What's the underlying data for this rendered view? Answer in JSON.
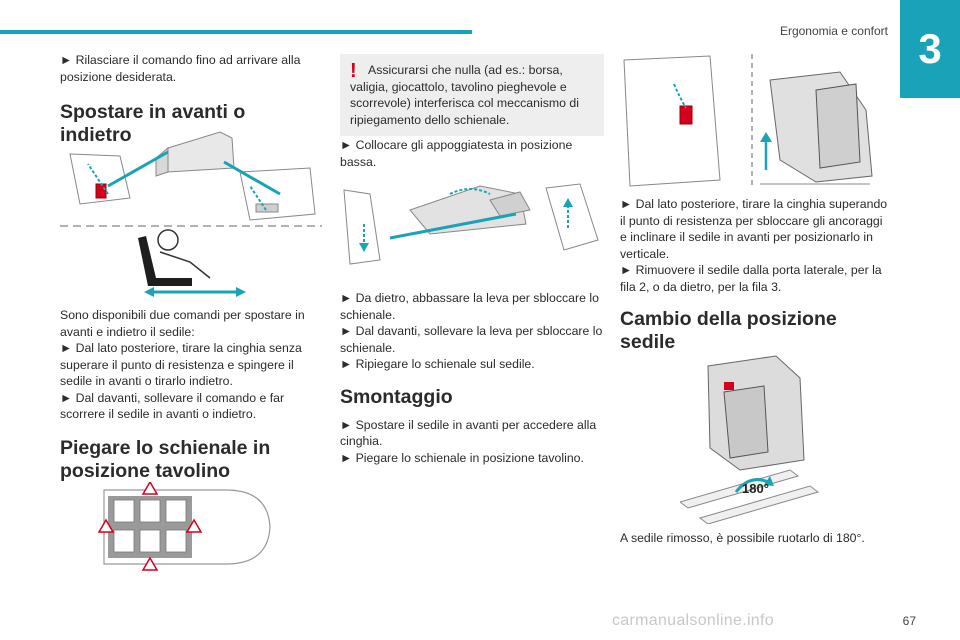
{
  "header": {
    "title": "Ergonomia e confort",
    "chapter": "3",
    "accent": "#1aa3b8"
  },
  "footer": {
    "page_number": "67",
    "watermark": "carmanualsonline.info"
  },
  "col1": {
    "intro": "► Rilasciare il comando fino ad arrivare alla posizione desiderata.",
    "h_move": "Spostare in avanti o indietro",
    "move_text": [
      "Sono disponibili due comandi per spostare in avanti e indietro il sedile:",
      "► Dal lato posteriore, tirare la cinghia senza superare il punto di resistenza e spingere il sedile in avanti o tirarlo indietro.",
      "► Dal davanti, sollevare il comando e far scorrere il sedile in avanti o indietro."
    ],
    "h_fold": "Piegare lo schienale in posizione tavolino"
  },
  "col2": {
    "warning": "Assicurarsi che nulla (ad es.: borsa, valigia, giocattolo, tavolino pieghevole e scorrevole) interferisca col meccanismo di ripiegamento dello schienale.",
    "headrest": "► Collocare gli appoggiatesta in posizione bassa.",
    "steps": [
      "► Da dietro, abbassare la leva per sbloccare lo schienale.",
      "► Dal davanti, sollevare la leva per sbloccare lo schienale.",
      "► Ripiegare lo schienale sul sedile."
    ],
    "h_remove": "Smontaggio",
    "remove_steps": [
      "► Spostare il sedile in avanti per accedere alla cinghia.",
      "► Piegare lo schienale in posizione tavolino."
    ]
  },
  "col3": {
    "steps": [
      "► Dal lato posteriore, tirare la cinghia superando il punto di resistenza per sbloccare gli ancoraggi e inclinare il sedile in avanti per posizionarlo in verticale.",
      "► Rimuovere il sedile dalla porta laterale, per la fila 2, o da dietro, per la fila 3."
    ],
    "h_change": "Cambio della posizione sedile",
    "rotation_label": "180°",
    "rotate_text": "A sedile rimosso, è possibile ruotarlo di 180°."
  }
}
